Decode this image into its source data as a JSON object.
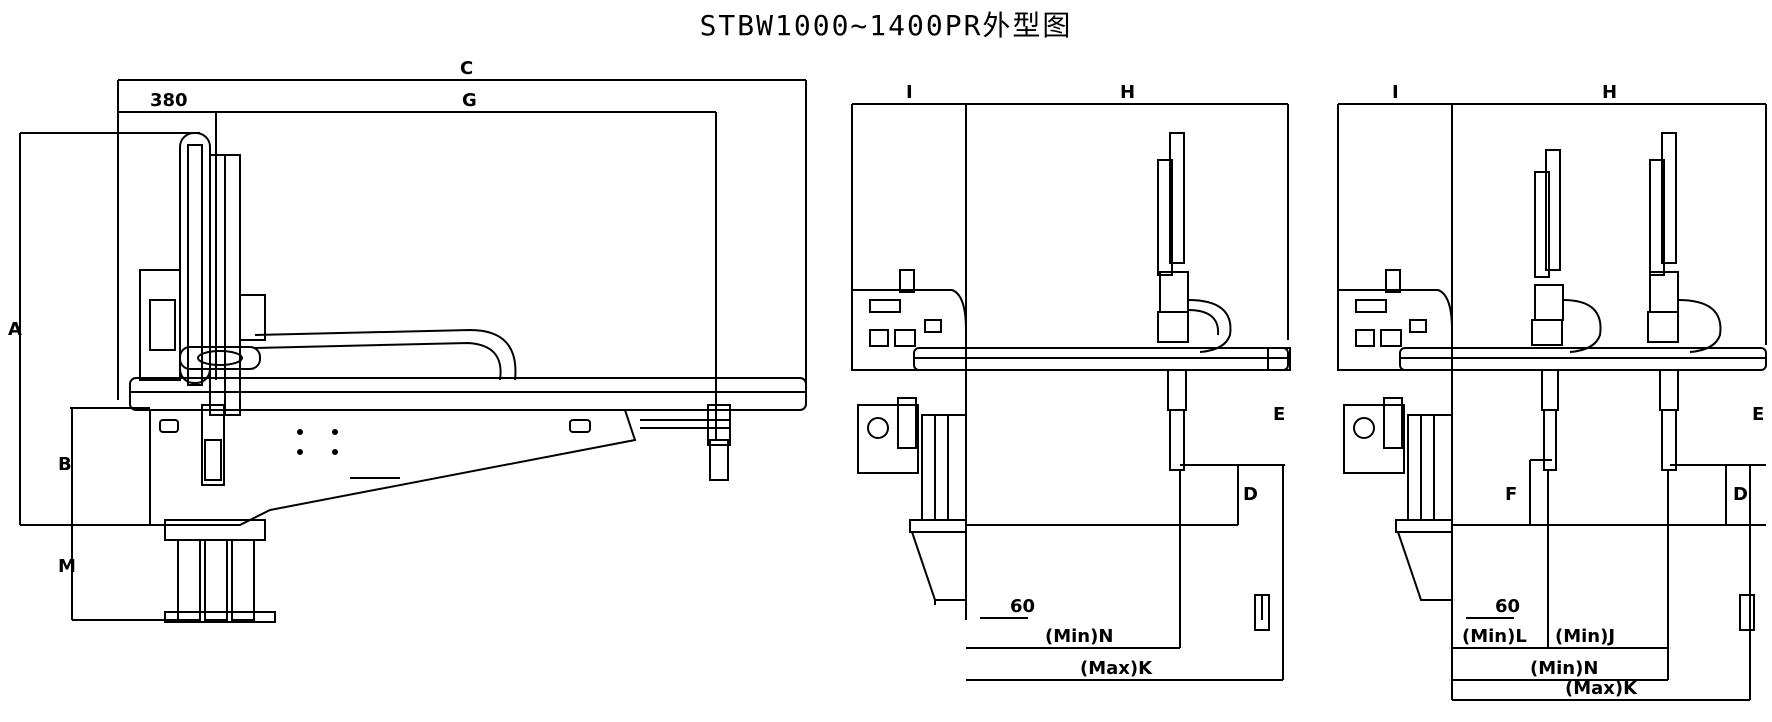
{
  "title": "STBW1000~1400PR外型图",
  "dims": {
    "C": "C",
    "G": "G",
    "d380": "380",
    "A": "A",
    "B": "B",
    "M": "M",
    "I": "I",
    "H": "H",
    "D": "D",
    "E": "E",
    "F": "F",
    "d60": "60",
    "minN": "(Min)N",
    "maxK": "(Max)K",
    "minL": "(Min)L",
    "minJ": "(Min)J"
  }
}
